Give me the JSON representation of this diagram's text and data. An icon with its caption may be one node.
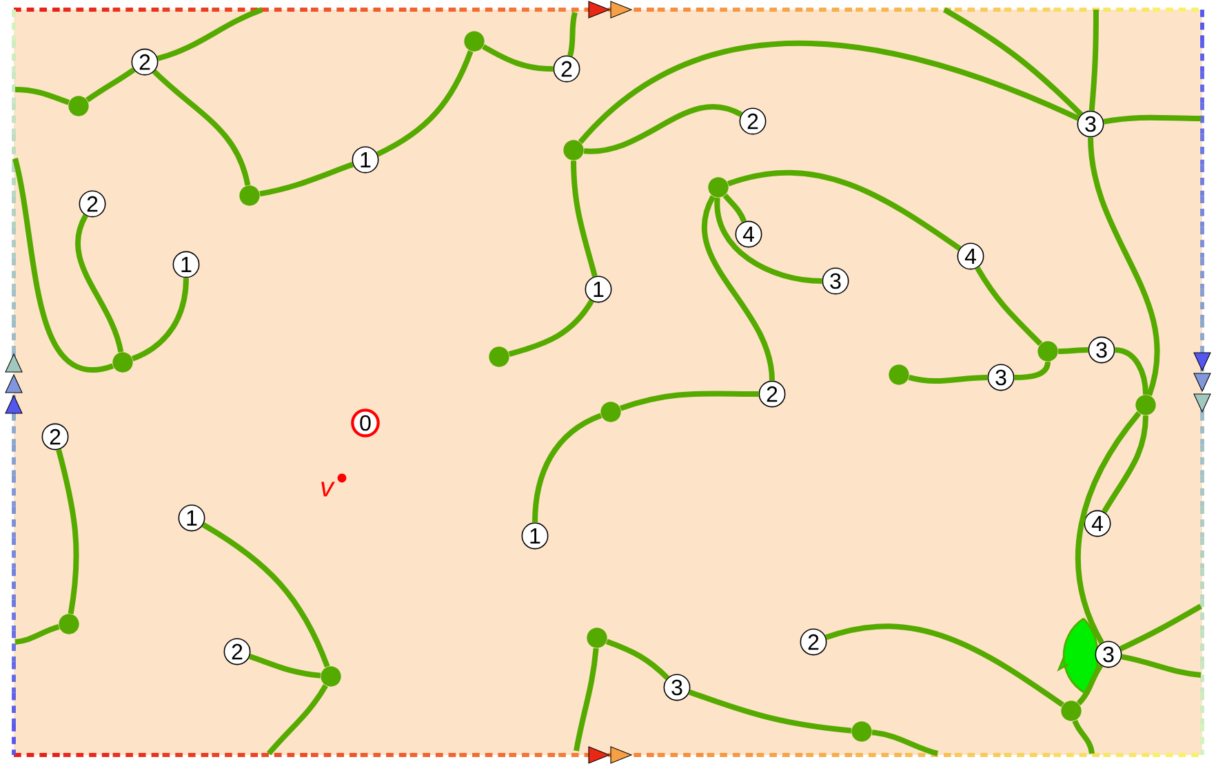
{
  "diagram": {
    "nodes": [
      {
        "text": [],
        "shape": "circle"
      },
      {
        "text": [
          "2"
        ]
      },
      {
        "text": [],
        "shape": "circle"
      },
      {
        "text": [
          "1"
        ]
      },
      {
        "text": [],
        "shape": "circle"
      },
      {
        "text": [
          "2"
        ]
      },
      {
        "text": [],
        "shape": "circle"
      },
      {
        "text": [
          "2"
        ]
      },
      {
        "text": [
          "3"
        ]
      },
      {
        "text": [],
        "shape": "circle"
      },
      {
        "text": [
          "2"
        ]
      },
      {
        "text": [
          "4"
        ]
      },
      {
        "text": [
          "4"
        ]
      },
      {
        "text": [
          "1"
        ]
      },
      {
        "text": [
          "3"
        ]
      },
      {
        "text": [
          "1"
        ]
      },
      {
        "text": [],
        "shape": "circle"
      },
      {
        "text": [
          "3"
        ]
      },
      {
        "text": [],
        "shape": "circle"
      },
      {
        "text": [],
        "shape": "circle"
      },
      {
        "text": [],
        "shape": "circle"
      },
      {
        "text": [
          "3"
        ]
      },
      {
        "text": [
          "2"
        ]
      },
      {
        "text": [],
        "shape": "circle"
      },
      {
        "text": [],
        "shape": "circle"
      },
      {
        "text": [
          "0"
        ]
      },
      {
        "text": [
          "2"
        ]
      },
      {
        "text": [
          "1"
        ]
      },
      {
        "text": [
          "4"
        ]
      },
      {
        "text": [
          "1"
        ]
      },
      {
        "text": [],
        "shape": "circle"
      },
      {
        "text": [],
        "shape": "circle"
      },
      {
        "text": [
          "2"
        ]
      },
      {
        "text": [
          "2"
        ]
      },
      {
        "text": [
          "3"
        ]
      },
      {
        "text": [],
        "shape": "circle"
      },
      {
        "text": [
          "3"
        ]
      },
      {
        "text": [],
        "shape": "circle"
      },
      {
        "text": [],
        "shape": "circle"
      }
    ],
    "edges": [
      {
        "from": null,
        "to": 0,
        "arrow": "none"
      },
      {
        "from": 0,
        "to": 1,
        "arrow": "none"
      },
      {
        "from": 1,
        "to": null,
        "arrow": "none"
      },
      {
        "from": 1,
        "to": 2,
        "arrow": "none"
      },
      {
        "from": 2,
        "to": 3,
        "arrow": "none"
      },
      {
        "from": 3,
        "to": 4,
        "arrow": "none"
      },
      {
        "from": 4,
        "to": 5,
        "arrow": "none"
      },
      {
        "from": 5,
        "to": null,
        "arrow": "none"
      },
      {
        "from": null,
        "to": 19,
        "arrow": "none"
      },
      {
        "from": 19,
        "to": 10,
        "arrow": "none"
      },
      {
        "from": 19,
        "to": 13,
        "arrow": "none"
      },
      {
        "from": 18,
        "to": 15,
        "arrow": "none"
      },
      {
        "from": 15,
        "to": 6,
        "arrow": "none"
      },
      {
        "from": 6,
        "to": 7,
        "arrow": "none"
      },
      {
        "from": 6,
        "to": 8,
        "arrow": "none"
      },
      {
        "from": null,
        "to": 8,
        "arrow": "none"
      },
      {
        "from": null,
        "to": 8,
        "arrow": "none"
      },
      {
        "from": 8,
        "to": null,
        "arrow": "none"
      },
      {
        "from": 8,
        "to": 23,
        "arrow": "none"
      },
      {
        "from": 9,
        "to": 12,
        "arrow": "none"
      },
      {
        "from": 9,
        "to": 11,
        "arrow": "none"
      },
      {
        "from": 9,
        "to": 14,
        "arrow": "none"
      },
      {
        "from": 9,
        "to": 22,
        "arrow": "none"
      },
      {
        "from": 12,
        "to": 16,
        "arrow": "none"
      },
      {
        "from": 16,
        "to": 17,
        "arrow": "none"
      },
      {
        "from": 16,
        "to": 21,
        "arrow": "none"
      },
      {
        "from": 21,
        "to": 20,
        "arrow": "none"
      },
      {
        "from": 17,
        "to": 23,
        "arrow": "none"
      },
      {
        "from": 23,
        "to": 28,
        "arrow": "none"
      },
      {
        "from": 23,
        "to": 34,
        "arrow": "none"
      },
      {
        "from": 24,
        "to": 22,
        "arrow": "none"
      },
      {
        "from": 24,
        "to": 29,
        "arrow": "none"
      },
      {
        "from": null,
        "to": 30,
        "arrow": "none"
      },
      {
        "from": 30,
        "to": 26,
        "arrow": "none"
      },
      {
        "from": 27,
        "to": 35,
        "arrow": "none"
      },
      {
        "from": 33,
        "to": 35,
        "arrow": "none"
      },
      {
        "from": 35,
        "to": null,
        "arrow": "none"
      },
      {
        "from": 31,
        "to": null,
        "arrow": "none"
      },
      {
        "from": 31,
        "to": 36,
        "arrow": "none"
      },
      {
        "from": 36,
        "to": 38,
        "arrow": "none"
      },
      {
        "from": 38,
        "to": null,
        "arrow": "none"
      },
      {
        "from": 32,
        "to": 37,
        "arrow": "none"
      },
      {
        "from": 37,
        "to": 34,
        "arrow": "none"
      },
      {
        "from": 37,
        "to": null,
        "arrow": "none"
      },
      {
        "from": 34,
        "to": null,
        "arrow": "none"
      },
      {
        "from": 34,
        "to": null,
        "arrow": "none"
      }
    ],
    "labels": [
      "v"
    ]
  }
}
